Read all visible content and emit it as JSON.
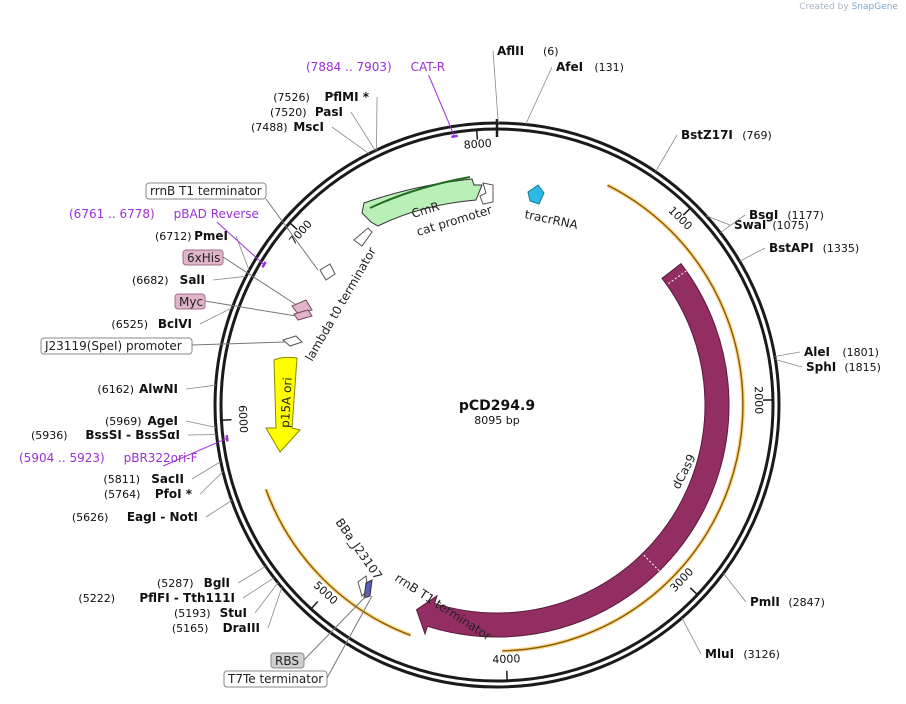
{
  "credit": {
    "prefix": "Created by",
    "brand": "SnapGene"
  },
  "plasmid": {
    "name": "pCD294.9",
    "length_label": "8095 bp"
  },
  "colors": {
    "backbone": "#1a1a1a",
    "dcas9": "#932e63",
    "orange_track": "#f7b83b",
    "cmr": "#b8f0b8",
    "primer": "#9b30d9",
    "p15a": "#ffff00",
    "tracr": "#2bbbe6",
    "tag": "#e0b4c9",
    "rbs": "#c8c8c8"
  },
  "ticks": [
    {
      "label": "1000",
      "pos": 1000
    },
    {
      "label": "2000",
      "pos": 2000
    },
    {
      "label": "3000",
      "pos": 3000
    },
    {
      "label": "4000",
      "pos": 4000
    },
    {
      "label": "5000",
      "pos": 5000
    },
    {
      "label": "6000",
      "pos": 6000
    },
    {
      "label": "7000",
      "pos": 7000
    },
    {
      "label": "8000",
      "pos": 8000
    }
  ],
  "features": [
    {
      "label": "dCas9",
      "start": 1180,
      "end": 4530
    },
    {
      "label": "rrnB T1 terminator",
      "start": 4300,
      "end": 4380
    },
    {
      "label": "CmR",
      "start": 7330,
      "end": 7970
    },
    {
      "label": "cat promoter",
      "start": 7960,
      "end": 8080
    },
    {
      "label": "tracrRNA",
      "start": 440,
      "end": 520
    },
    {
      "label": "lambda t0 terminator",
      "start": 7080,
      "end": 7180
    },
    {
      "label": "p15A ori",
      "start": 6200,
      "end": 6740
    },
    {
      "label": "BBa_J23107",
      "start": 4830,
      "end": 4865
    },
    {
      "label": "6xHis",
      "start": 6690,
      "end": 6710
    },
    {
      "label": "Myc",
      "start": 6600,
      "end": 6630
    },
    {
      "label": "J23119(SpeI) promoter",
      "start": 6520,
      "end": 6560
    },
    {
      "label": "rrnB T1 terminator",
      "start": 6980,
      "end": 7040
    },
    {
      "label": "RBS",
      "start": 4890,
      "end": 4900
    },
    {
      "label": "T7Te terminator",
      "start": 4920,
      "end": 4940
    }
  ],
  "primers": [
    {
      "label": "CAT-R",
      "range": "(7884 .. 7903)",
      "pos": 7893
    },
    {
      "label": "pBAD Reverse",
      "range": "(6761 .. 6778)",
      "pos": 6770
    },
    {
      "label": "pBR322ori-F",
      "range": "(5904 .. 5923)",
      "pos": 5913
    }
  ],
  "sites": [
    {
      "name": "AflII",
      "pos_label": "(6)",
      "pos": 6
    },
    {
      "name": "AfeI",
      "pos_label": "(131)",
      "pos": 131
    },
    {
      "name": "BstZ17I",
      "pos_label": "(769)",
      "pos": 769
    },
    {
      "name": "SwaI",
      "pos_label": "(1075)",
      "pos": 1075
    },
    {
      "name": "BsgI",
      "pos_label": "(1177)",
      "pos": 1177
    },
    {
      "name": "BstAPI",
      "pos_label": "(1335)",
      "pos": 1335
    },
    {
      "name": "AleI",
      "pos_label": "(1801)",
      "pos": 1801
    },
    {
      "name": "SphI",
      "pos_label": "(1815)",
      "pos": 1815
    },
    {
      "name": "PmlI",
      "pos_label": "(2847)",
      "pos": 2847
    },
    {
      "name": "MluI",
      "pos_label": "(3126)",
      "pos": 3126
    },
    {
      "name": "DraIII",
      "pos_label": "(5165)",
      "pos": 5165
    },
    {
      "name": "StuI",
      "pos_label": "(5193)",
      "pos": 5193
    },
    {
      "name": "PflFI - Tth111I",
      "pos_label": "(5222)",
      "pos": 5222
    },
    {
      "name": "BglI",
      "pos_label": "(5287)",
      "pos": 5287
    },
    {
      "name": "EagI - NotI",
      "pos_label": "(5626)",
      "pos": 5626
    },
    {
      "name": "PfoI *",
      "pos_label": "(5764)",
      "pos": 5764
    },
    {
      "name": "SacII",
      "pos_label": "(5811)",
      "pos": 5811
    },
    {
      "name": "BssSI - BssSαI",
      "pos_label": "(5936)",
      "pos": 5936
    },
    {
      "name": "AgeI",
      "pos_label": "(5969)",
      "pos": 5969
    },
    {
      "name": "AlwNI",
      "pos_label": "(6162)",
      "pos": 6162
    },
    {
      "name": "BclVI",
      "pos_label": "(6525)",
      "pos": 6525
    },
    {
      "name": "SalI",
      "pos_label": "(6682)",
      "pos": 6682
    },
    {
      "name": "PmeI",
      "pos_label": "(6712)",
      "pos": 6712
    },
    {
      "name": "MscI",
      "pos_label": "(7488)",
      "pos": 7488
    },
    {
      "name": "PasI",
      "pos_label": "(7520)",
      "pos": 7520
    },
    {
      "name": "PflMI *",
      "pos_label": "(7526)",
      "pos": 7526
    }
  ]
}
